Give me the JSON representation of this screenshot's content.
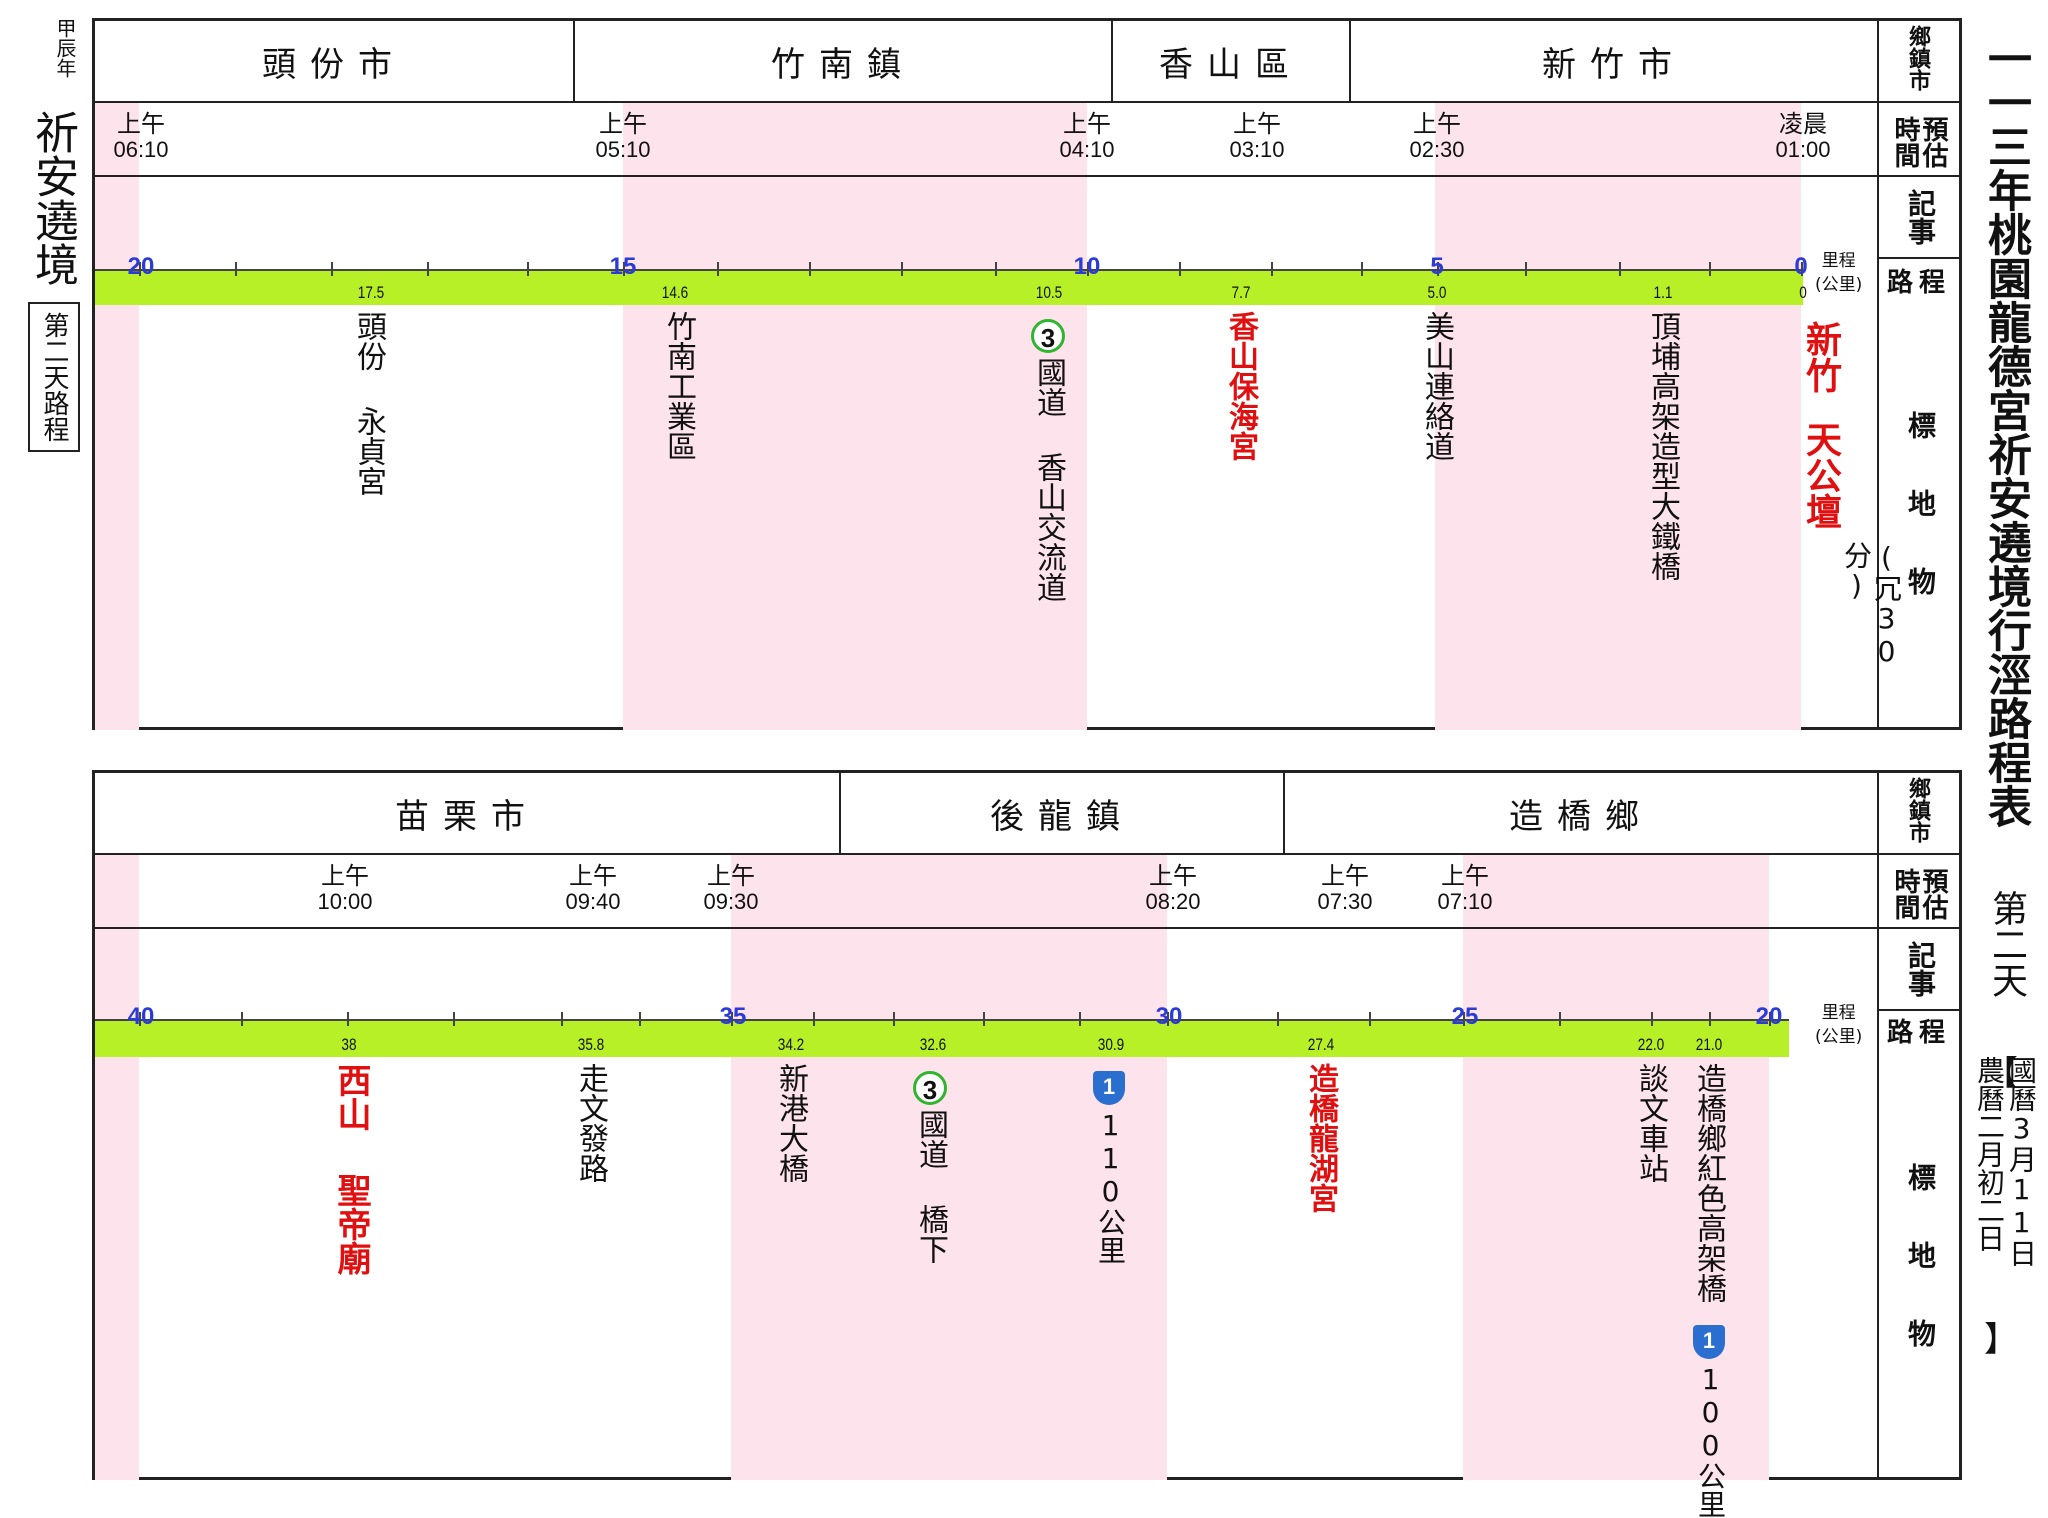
{
  "left_margin": {
    "year": "甲辰年",
    "title": "祈安遶境",
    "box": "第二天路程"
  },
  "right_title": {
    "main": "一一三年桃園龍德宮祈安遶境行涇路程表",
    "day": "第二天",
    "bracket_open": "【",
    "date_solar": "國曆3月11日",
    "date_lunar": "農曆二月初二日",
    "bracket_close": "】"
  },
  "labels": {
    "town": "鄉鎮市",
    "time": "預估時間",
    "notes": "記事",
    "route": "路程",
    "landmarks": "標地物",
    "km_unit_1": "里程",
    "km_unit_2": "(公里)"
  },
  "top": {
    "towns": [
      "頭份市",
      "竹南鎮",
      "香山區",
      "新竹市"
    ],
    "times": [
      {
        "ampm": "上午",
        "t": "06:10"
      },
      {
        "ampm": "上午",
        "t": "05:10"
      },
      {
        "ampm": "上午",
        "t": "04:10"
      },
      {
        "ampm": "上午",
        "t": "03:10"
      },
      {
        "ampm": "上午",
        "t": "02:30"
      },
      {
        "ampm": "凌晨",
        "t": "01:00"
      }
    ],
    "km_marks": [
      "20",
      "15",
      "10",
      "5",
      "0"
    ],
    "distances": [
      "17.5",
      "14.6",
      "10.5",
      "7.7",
      "5.0",
      "1.1",
      "0"
    ],
    "landmarks": {
      "toufen": "頭份 永貞宮",
      "zhunan": "竹南工業區",
      "road3": "國道 香山交流道",
      "baohai": "香山保海宮",
      "meishan": "美山連絡道",
      "dingpu": "頂埔高架造型大鐵橋",
      "xinzhu": "新竹",
      "tiangong": "天公壇",
      "rest": "(冗30分)"
    },
    "shield_road3": "3"
  },
  "bottom": {
    "towns": [
      "苗栗市",
      "後龍鎮",
      "造橋鄉"
    ],
    "times": [
      {
        "ampm": "上午",
        "t": "10:00"
      },
      {
        "ampm": "上午",
        "t": "09:40"
      },
      {
        "ampm": "上午",
        "t": "09:30"
      },
      {
        "ampm": "上午",
        "t": "08:20"
      },
      {
        "ampm": "上午",
        "t": "07:30"
      },
      {
        "ampm": "上午",
        "t": "07:10"
      }
    ],
    "km_marks": [
      "40",
      "35",
      "30",
      "25",
      "20"
    ],
    "distances": [
      "38",
      "35.8",
      "34.2",
      "32.6",
      "30.9",
      "27.4",
      "22.0",
      "21.0"
    ],
    "landmarks": {
      "xishan": "西山",
      "shengdi": "聖帝廟",
      "zouwen": "走文發路",
      "xingang": "新港大橋",
      "road3": "國道 橋下",
      "km110": "110公里",
      "longhu": "造橋龍湖宮",
      "tanwen": "談文車站",
      "zaoqiao": "造橋鄉紅色高架橋",
      "km100": "100公里"
    },
    "shield_road3": "3",
    "shield_road1_a": "1",
    "shield_road1_b": "1"
  }
}
